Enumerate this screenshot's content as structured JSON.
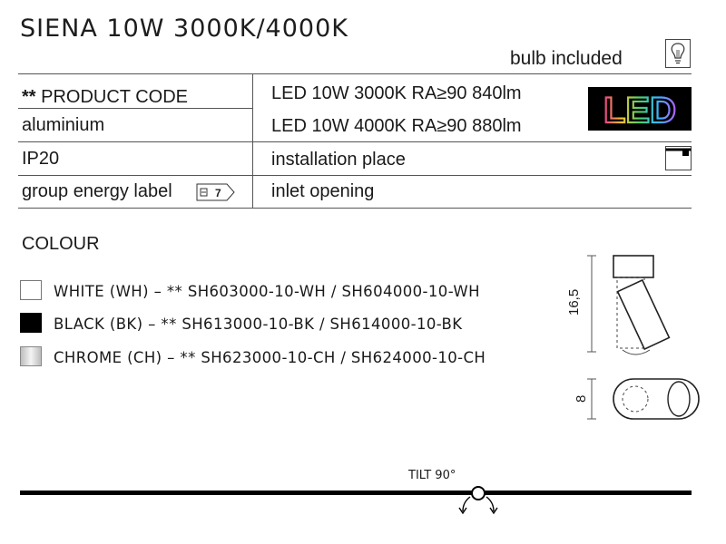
{
  "header": {
    "title": "SIENA 10W 3000K/4000K",
    "bulb_included": "bulb included"
  },
  "specs": {
    "left": [
      "** PRODUCT CODE",
      "aluminium",
      "IP20",
      "group energy label"
    ],
    "right": [
      "LED 10W 3000K RA≥90 840lm",
      "LED 10W 4000K RA≥90 880lm",
      "installation place",
      "inlet opening"
    ],
    "energy_badge": "7"
  },
  "led_logo": "LED",
  "colour": {
    "label": "COLOUR",
    "options": [
      {
        "text": "WHITE (WH) – ** SH603000-10-WH / SH604000-10-WH",
        "swatch": "#ffffff"
      },
      {
        "text": "BLACK (BK) – ** SH613000-10-BK / SH614000-10-BK",
        "swatch": "#000000"
      },
      {
        "text": "CHROME (CH) – ** SH623000-10-CH / SH624000-10-CH",
        "swatch": "#d9d9d9"
      }
    ]
  },
  "dimensions": {
    "height": "16,5",
    "diameter": "8"
  },
  "tilt": "TILT 90°"
}
